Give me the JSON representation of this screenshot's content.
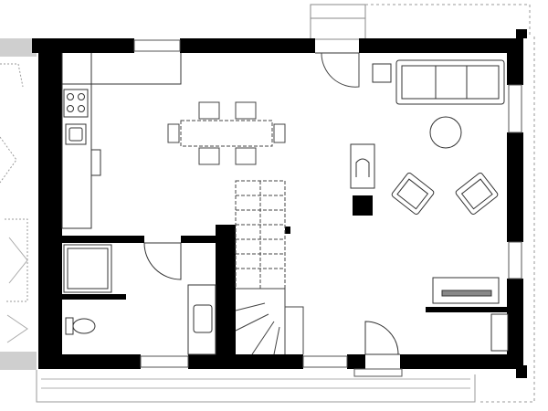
{
  "diagram": {
    "kind": "architectural floor plan",
    "colors": {
      "wall": "#000000",
      "line": "#333333",
      "light_line": "#9a9a9a",
      "hatch": "#c8c8c8",
      "background": "#ffffff"
    },
    "rooms": [
      "kitchen",
      "dining",
      "living",
      "bathroom",
      "utility",
      "hall",
      "staircase",
      "entrance"
    ],
    "furniture": [
      "sofa",
      "round-table",
      "armchair",
      "armchair",
      "stove-chimney",
      "fireplace",
      "dining-table",
      "chairs",
      "kitchen-counter",
      "sink",
      "shower",
      "toilet",
      "washbasin",
      "entry-steps"
    ]
  }
}
